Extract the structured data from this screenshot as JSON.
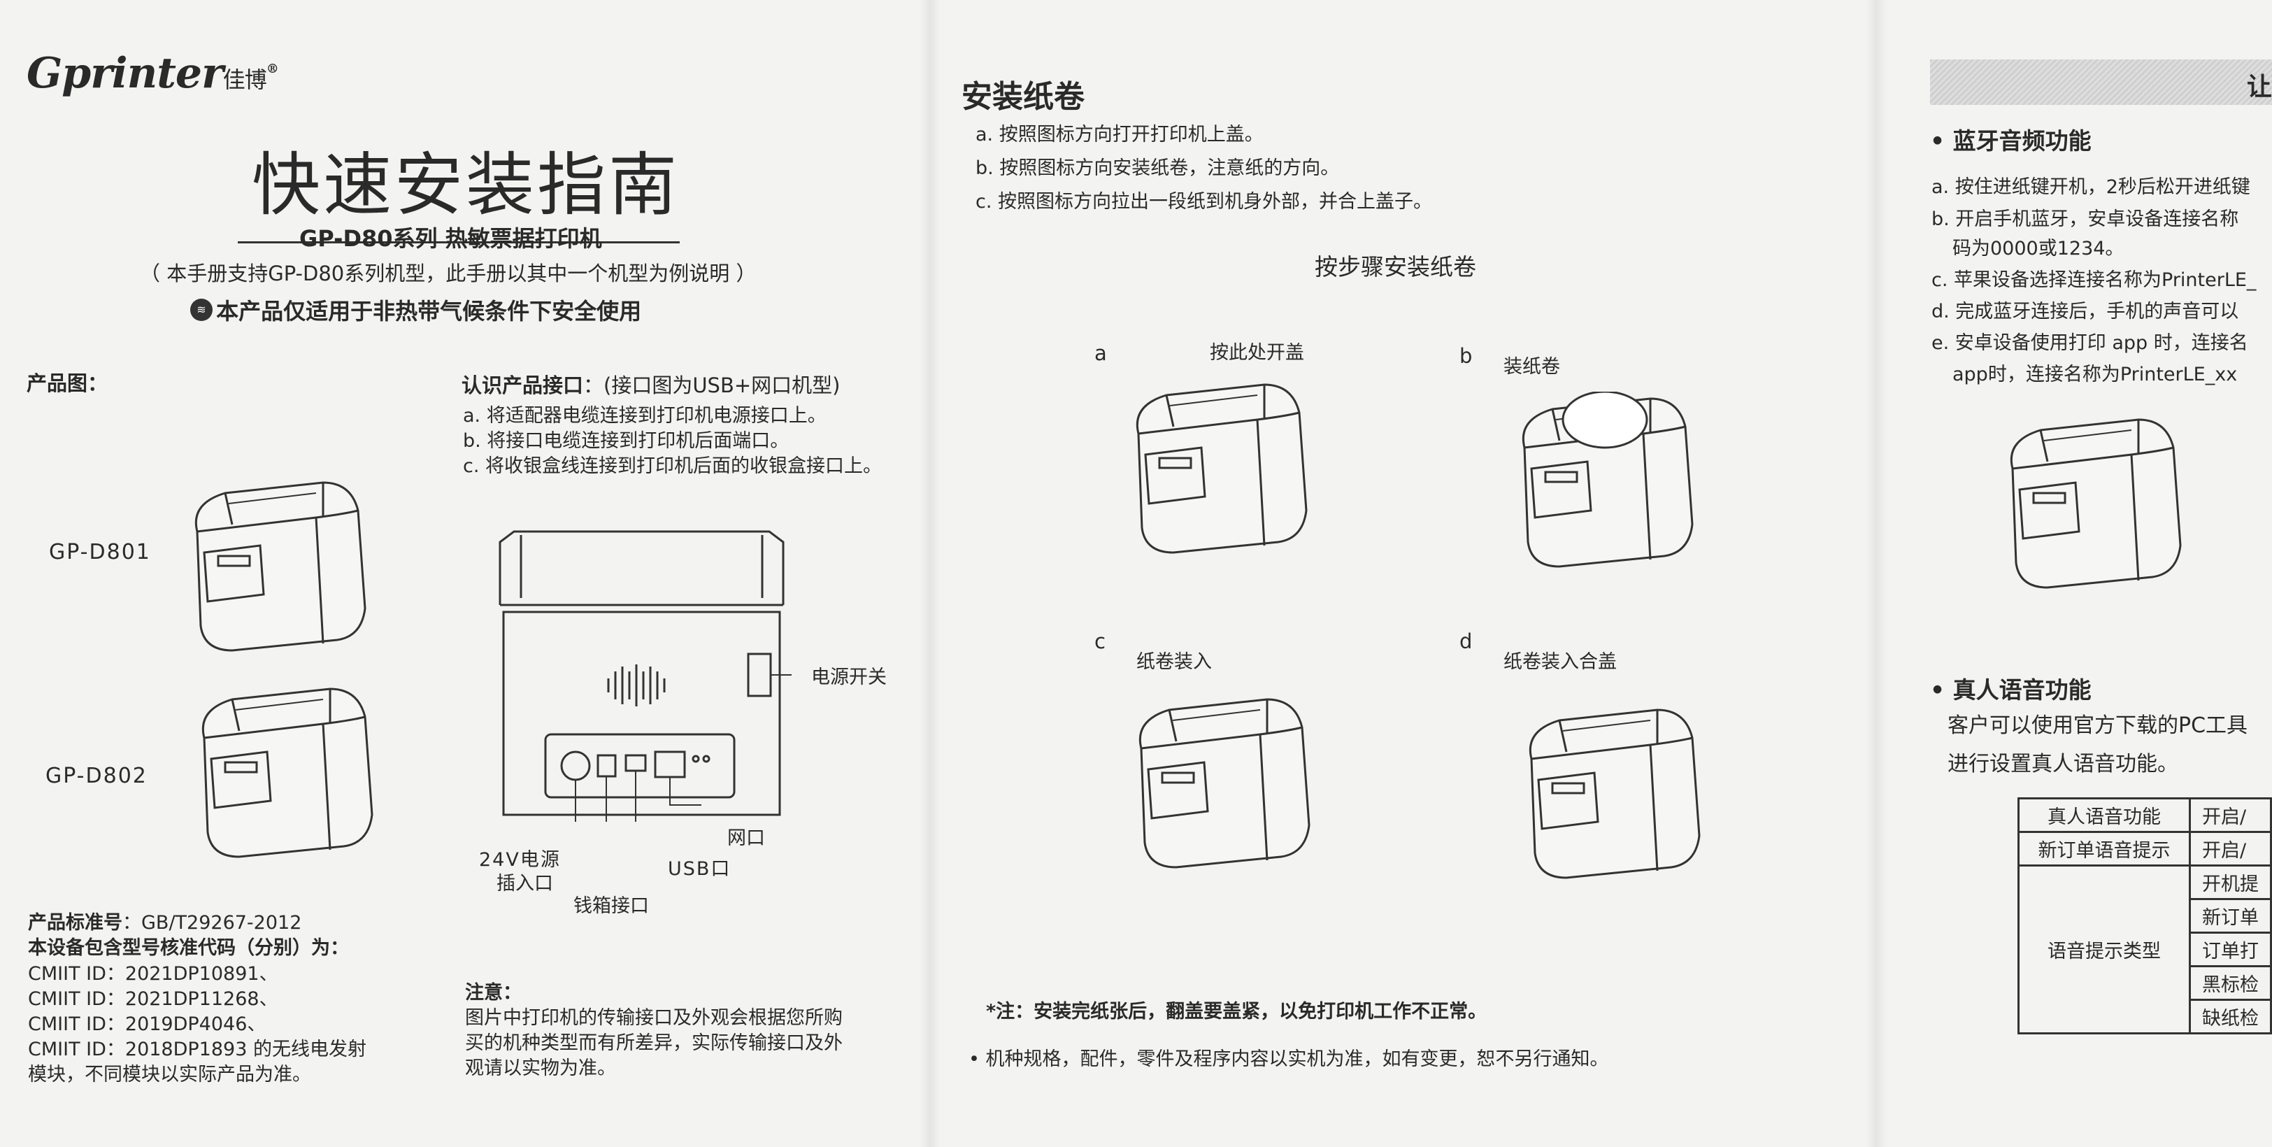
{
  "page1": {
    "logo": {
      "brand": "Gprinter",
      "cn": "佳博",
      "mark": "®"
    },
    "title": "快速安装指南",
    "subtitle": "GP-D80系列 热敏票据打印机",
    "note": "（ 本手册支持GP-D80系列机型，此手册以其中一个机型为例说明 ）",
    "safety": "本产品仅适用于非热带气候条件下安全使用",
    "product_heading": "产品图：",
    "models": [
      "GP-D801",
      "GP-D802"
    ],
    "interface": {
      "heading": "认识产品接口",
      "heading_suffix": "：(接口图为USB+网口机型)",
      "steps": [
        "a. 将适配器电缆连接到打印机电源接口上。",
        "b. 将接口电缆连接到打印机后面端口。",
        "c. 将收银盒线连接到打印机后面的收银盒接口上。"
      ],
      "labels": {
        "power_switch": "电源开关",
        "network": "网口",
        "power_in_1": "24V电源",
        "power_in_2": "插入口",
        "usb": "USB口",
        "cash_drawer": "钱箱接口"
      }
    },
    "standard": {
      "label": "产品标准号",
      "value": "：GB/T29267-2012"
    },
    "approval_heading": "本设备包含型号核准代码（分别）为：",
    "cmiit": [
      "CMIIT ID：2021DP10891、",
      "CMIIT ID：2021DP11268、",
      "CMIIT ID：2019DP4046、",
      "CMIIT ID：2018DP1893 的无线电发射",
      "模块，不同模块以实际产品为准。"
    ],
    "notice": {
      "heading": "注意：",
      "lines": [
        "图片中打印机的传输接口及外观会根据您所购",
        "买的机种类型而有所差异，实际传输接口及外",
        "观请以实物为准。"
      ]
    }
  },
  "page2": {
    "title": "安装纸卷",
    "steps": [
      "a. 按照图标方向打开打印机上盖。",
      "b. 按照图标方向安装纸卷，注意纸的方向。",
      "c. 按照图标方向拉出一段纸到机身外部，并合上盖子。"
    ],
    "diagram_title": "按步骤安装纸卷",
    "panels": [
      {
        "letter": "a",
        "caption": "按此处开盖"
      },
      {
        "letter": "b",
        "caption": "装纸卷"
      },
      {
        "letter": "c",
        "caption": "纸卷装入"
      },
      {
        "letter": "d",
        "caption": "纸卷装入合盖"
      }
    ],
    "warning": "*注：安装完纸张后，翻盖要盖紧，以免打印机工作不正常。",
    "disclaimer": "机种规格，配件，零件及程序内容以实机为准，如有变更，恕不另行通知。"
  },
  "page3": {
    "band_text": "让",
    "bt_heading": "蓝牙音频功能",
    "bt_lines": [
      "a. 按住进纸键开机，2秒后松开进纸键",
      "b. 开启手机蓝牙，安卓设备连接名称",
      "码为0000或1234。",
      "c. 苹果设备选择连接名称为PrinterLE_",
      "d. 完成蓝牙连接后，手机的声音可以",
      "e. 安卓设备使用打印 app 时，连接名",
      "app时，连接名称为PrinterLE_xx"
    ],
    "voice_heading": "真人语音功能",
    "voice_lines": [
      "客户可以使用官方下载的PC工具",
      "进行设置真人语音功能。"
    ],
    "table": {
      "row1": [
        "真人语音功能",
        "开启/"
      ],
      "row2": [
        "新订单语音提示",
        "开启/"
      ],
      "row3_label": "语音提示类型",
      "row3_items": [
        "开机提",
        "新订单",
        "订单打",
        "黑标检",
        "缺纸检"
      ]
    }
  }
}
